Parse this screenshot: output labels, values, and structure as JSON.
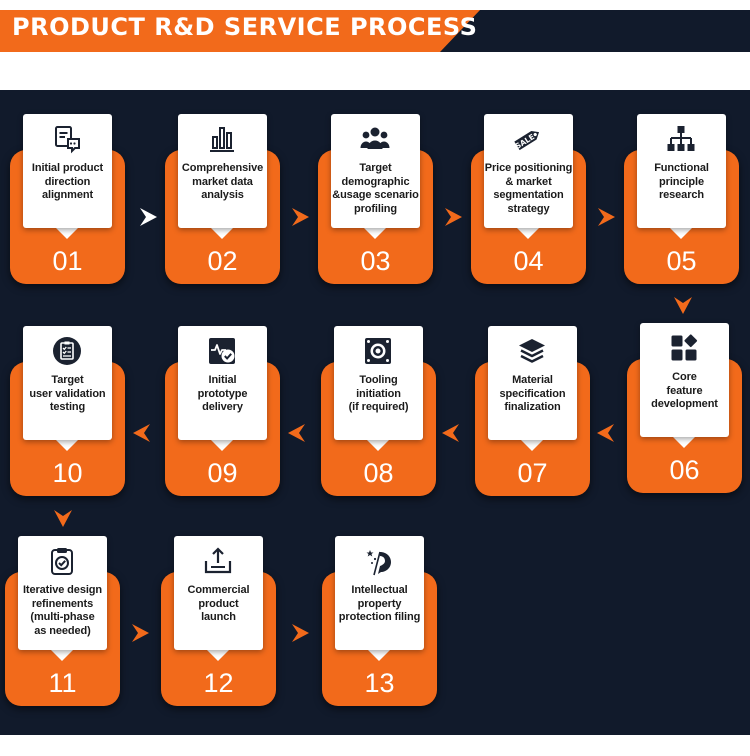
{
  "header": {
    "title": "PRODUCT R&D SERVICE PROCESS"
  },
  "colors": {
    "accent": "#f26a1b",
    "background": "#111a2b",
    "card": "#ffffff"
  },
  "steps": [
    {
      "number": "01",
      "icon": "chat-document-icon",
      "label": [
        "Initial product",
        "direction",
        "alignment"
      ]
    },
    {
      "number": "02",
      "icon": "bar-chart-icon",
      "label": [
        "Comprehensive",
        "market data",
        "analysis"
      ]
    },
    {
      "number": "03",
      "icon": "user-group-icon",
      "label": [
        "Target",
        "demographic",
        "&usage scenario",
        "profiling"
      ]
    },
    {
      "number": "04",
      "icon": "sale-tag-icon",
      "label": [
        "Price positioning",
        "& market",
        "segmentation",
        "strategy"
      ]
    },
    {
      "number": "05",
      "icon": "org-chart-icon",
      "label": [
        "Functional",
        "principle",
        "research"
      ]
    },
    {
      "number": "06",
      "icon": "shapes-icon",
      "label": [
        "Core",
        "feature",
        "development"
      ]
    },
    {
      "number": "07",
      "icon": "layers-icon",
      "label": [
        "Material",
        "specification",
        "finalization"
      ]
    },
    {
      "number": "08",
      "icon": "mold-tool-icon",
      "label": [
        "Tooling",
        "initiation",
        "(if required)"
      ]
    },
    {
      "number": "09",
      "icon": "prototype-check-icon",
      "label": [
        "Initial",
        "prototype",
        "delivery"
      ]
    },
    {
      "number": "10",
      "icon": "checklist-icon",
      "label": [
        "Target",
        "user validation",
        "testing"
      ]
    },
    {
      "number": "11",
      "icon": "clipboard-check-icon",
      "label": [
        "Iterative design",
        "refinements",
        "(multi-phase",
        "as needed)"
      ]
    },
    {
      "number": "12",
      "icon": "upload-tray-icon",
      "label": [
        "Commercial",
        "product",
        "launch"
      ]
    },
    {
      "number": "13",
      "icon": "patent-pen-icon",
      "label": [
        "Intellectual",
        "property",
        "protection filing"
      ]
    }
  ],
  "arrows": [
    {
      "color": "#ffffff"
    },
    {
      "color": "#f26a1b"
    },
    {
      "color": "#f26a1b"
    },
    {
      "color": "#f26a1b"
    },
    {
      "color": "#f26a1b"
    },
    {
      "color": "#f26a1b"
    },
    {
      "color": "#f26a1b"
    },
    {
      "color": "#f26a1b"
    },
    {
      "color": "#f26a1b"
    },
    {
      "color": "#f26a1b"
    },
    {
      "color": "#f26a1b"
    },
    {
      "color": "#f26a1b"
    }
  ]
}
